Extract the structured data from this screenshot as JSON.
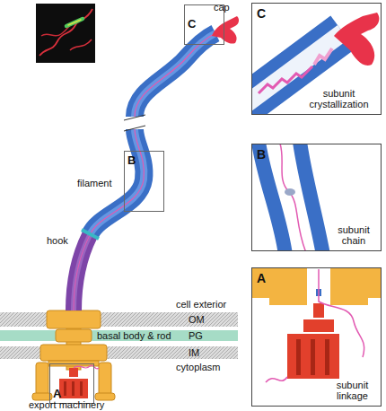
{
  "diagram": {
    "nodes": [
      {
        "text": [
          "C"
        ]
      },
      {
        "text": [
          "C",
          "subunit crystallization"
        ]
      },
      {
        "text": [
          "B"
        ]
      },
      {
        "text": [
          "B",
          "subunit chain"
        ]
      },
      {
        "text": [
          "A"
        ]
      },
      {
        "text": [
          "A",
          "subunit linkage"
        ]
      }
    ],
    "labels": [
      "cap",
      "filament",
      "hook",
      "cell exterior",
      "OM",
      "PG",
      "basal body & rod",
      "IM",
      "cytoplasm",
      "export machinery"
    ]
  }
}
